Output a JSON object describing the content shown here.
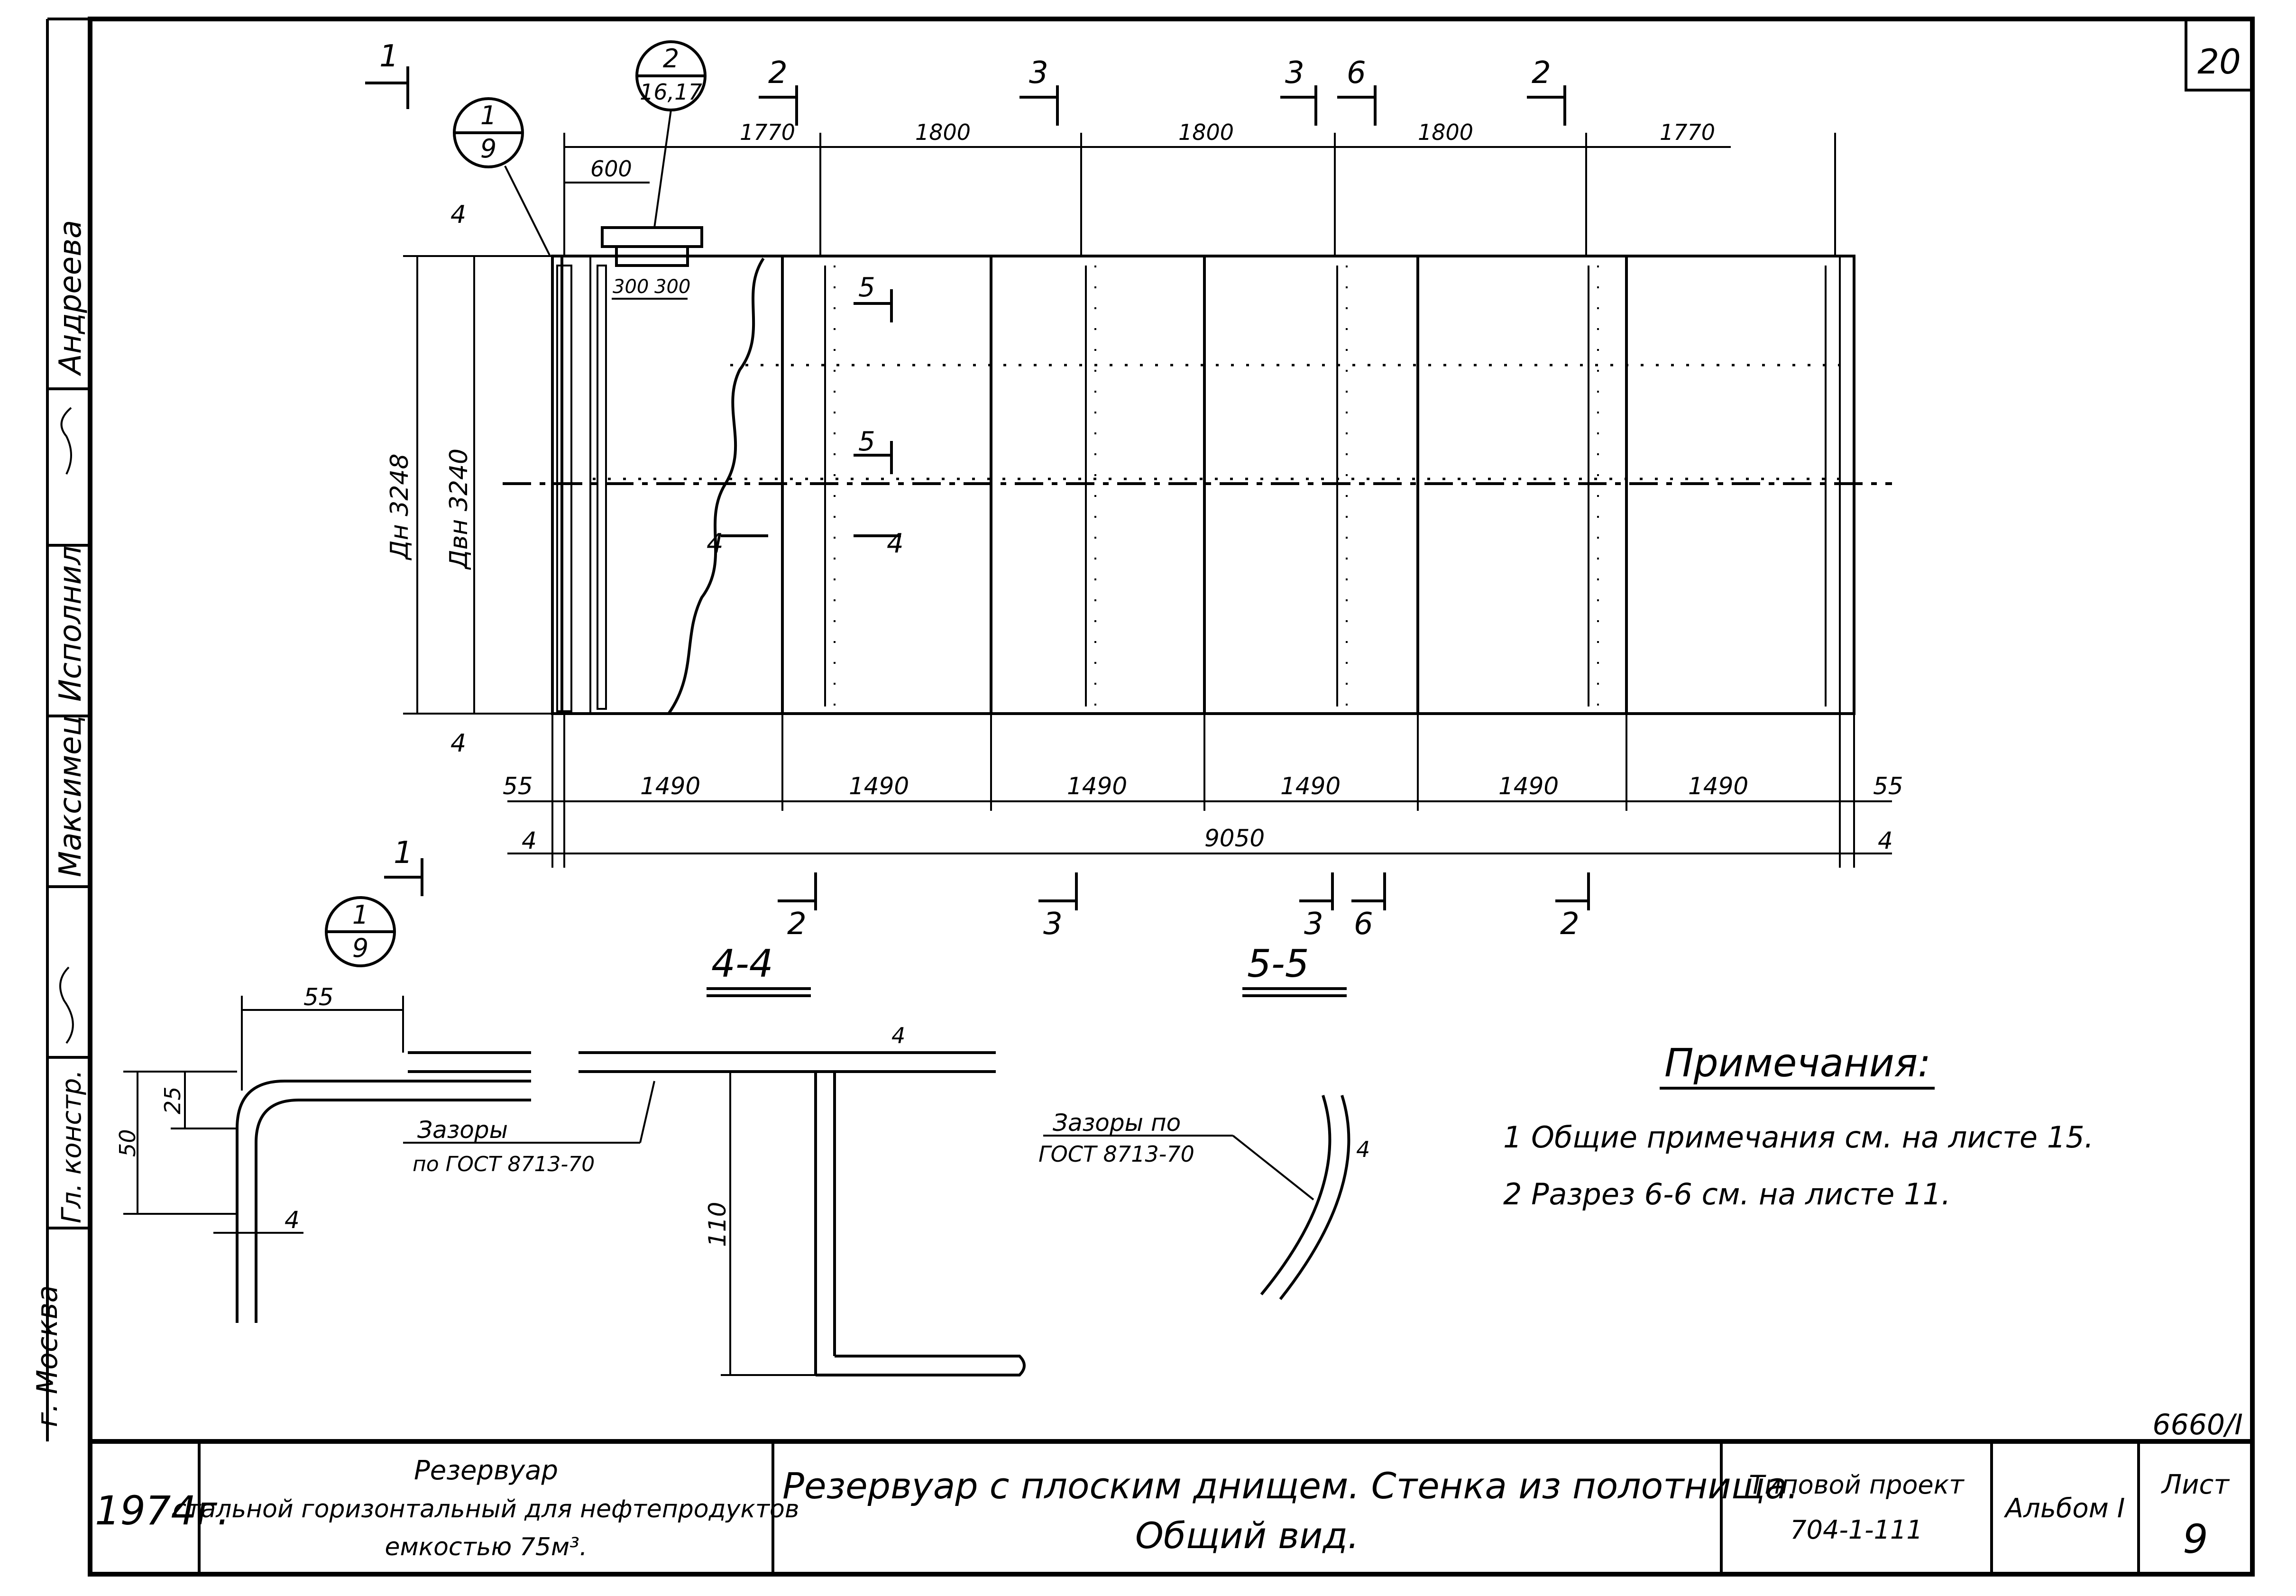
{
  "sheet_corner_number": "20",
  "sheet_code": "6660/I",
  "signature_column": {
    "role_1": "Андреева",
    "role_2": "Исполнил",
    "role_3": "Максимец",
    "role_4": "Гл. констр.",
    "city": "г. Москва"
  },
  "section_markers": {
    "top": [
      {
        "label": "1"
      },
      {
        "label": "2"
      },
      {
        "label": "3"
      },
      {
        "label": "3"
      },
      {
        "label": "6"
      },
      {
        "label": "2"
      }
    ],
    "bottom": [
      {
        "label": "2"
      },
      {
        "label": "3"
      },
      {
        "label": "3"
      },
      {
        "label": "6"
      },
      {
        "label": "2"
      }
    ],
    "left_side": {
      "label": "1"
    }
  },
  "callouts": {
    "node_1_9": {
      "top": "1",
      "bottom": "9"
    },
    "node_2_16": {
      "top": "2",
      "bottom": "16,17"
    },
    "node_1_9_detail": {
      "top": "1",
      "bottom": "9"
    }
  },
  "dimensions": {
    "top_spans": [
      "1770",
      "1800",
      "1800",
      "1800",
      "1770"
    ],
    "nozzle_offset": "600",
    "nozzle_parts": [
      "300",
      "300"
    ],
    "bottom_spans": [
      "1490",
      "1490",
      "1490",
      "1490",
      "1490",
      "1490"
    ],
    "end_offsets": [
      "55",
      "55"
    ],
    "end_thickness": [
      "4",
      "4"
    ],
    "overall_length": "9050",
    "outer_diameter": "Дн 3248",
    "inner_diameter": "Двн 3240",
    "top_thickness": "4",
    "bottom_thickness": "4",
    "section_refs": {
      "s5a": "5",
      "s5b": "5",
      "s4a": "4",
      "s4b": "4"
    }
  },
  "details": {
    "detail_1": {
      "dim_55": "55",
      "dim_25": "25",
      "dim_50": "50",
      "dim_4": "4",
      "note": "Зазоры",
      "note_2": "по ГОСТ 8713-70"
    },
    "section_4_4": {
      "title": "4-4",
      "dim_4": "4",
      "dim_110": "110"
    },
    "section_5_5": {
      "title": "5-5",
      "dim_4": "4",
      "note": "Зазоры по",
      "note_2": "ГОСТ 8713-70"
    }
  },
  "notes": {
    "title": "Примечания:",
    "items": [
      "1 Общие примечания см. на листе 15.",
      "2 Разрез 6-6 см. на листе 11."
    ]
  },
  "title_block": {
    "year": "1974г.",
    "object_line_1": "Резервуар",
    "object_line_2": "стальной горизонтальный для нефтепродуктов",
    "object_line_3": "емкостью 75м³.",
    "drawing_title_1": "Резервуар с плоским днищем. Стенка из полотнища.",
    "drawing_title_2": "Общий вид.",
    "project_label": "Типовой проект",
    "project_number": "704-1-111",
    "album": "Альбом I",
    "sheet_label": "Лист",
    "sheet_number": "9"
  }
}
